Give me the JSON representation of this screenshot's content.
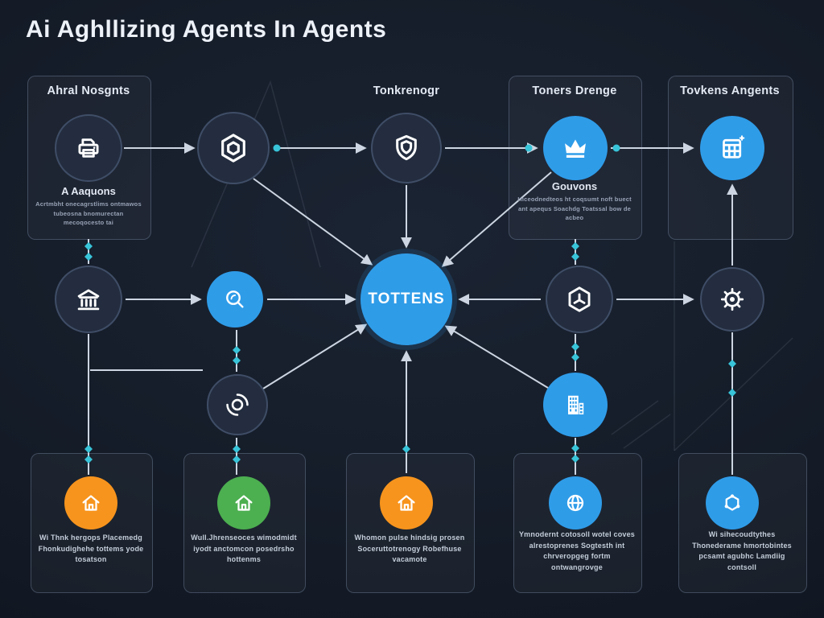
{
  "title": "Ai Aghllizing Agents In Agents",
  "headers": [
    "Ahral Nosgnts",
    "Tonkrenogr",
    "Toners Drenge",
    "Tovkens Angents"
  ],
  "center_label": "TOTTENS",
  "panels": {
    "agents": {
      "title": "A Aaquons",
      "body": "Acrtmbht onecagrstlims ontmawos tubeosna bnomurectan mecoqocesto tai"
    },
    "governs": {
      "title": "Gouvons",
      "body": "Hiceodnedteos ht coqsumt noft buect ant apequs Soachdg Toatssal bow de acbeo"
    }
  },
  "bottom_cards": [
    {
      "body": "Wi Thnk hergops Placemedg Fhonkudighehe tottems yode tosatson"
    },
    {
      "body": "Wull.Jhrenseoces wimodmidt iyodt anctomcon posedrsho hottenms"
    },
    {
      "body": "Whomon pulse hindsig prosen Soceruttotrenogy Robefhuse vacamote"
    },
    {
      "body": "Ymnodernt cotosoll wotel coves alrestoprenes Sogtesth int chrveropgeg fortm ontwangrovge"
    },
    {
      "body": "Wi sihecoudtythes Thonederame hmortobintes pcsamt agubhc Lamdiig contsoll"
    }
  ],
  "nodes": [
    {
      "icon": "printer-icon",
      "variant": "dark"
    },
    {
      "icon": "cube-hexagon-icon",
      "variant": "dark"
    },
    {
      "icon": "shield-icon",
      "variant": "dark"
    },
    {
      "icon": "crown-icon",
      "variant": "blue"
    },
    {
      "icon": "calculator-icon",
      "variant": "blue"
    },
    {
      "icon": "bank-icon",
      "variant": "dark"
    },
    {
      "icon": "search-icon",
      "variant": "blue"
    },
    {
      "icon": "hexagon-icon",
      "variant": "dark"
    },
    {
      "icon": "gear-icon",
      "variant": "dark"
    },
    {
      "icon": "globe-arrows-icon",
      "variant": "dark"
    },
    {
      "icon": "building-icon",
      "variant": "blue"
    },
    {
      "icon": "house-icon",
      "variant": "orange"
    },
    {
      "icon": "house-icon",
      "variant": "green"
    },
    {
      "icon": "house-icon",
      "variant": "orange"
    },
    {
      "icon": "globe-icon",
      "variant": "blue"
    },
    {
      "icon": "molecule-icon",
      "variant": "blue"
    }
  ],
  "colors": {
    "background": "#141b27",
    "node_dark": "#232d3f",
    "blue": "#2f9ce8",
    "cyan": "#38c4d9",
    "orange": "#f7941d",
    "green": "#4caf50",
    "arrow": "#ccd5e1"
  }
}
